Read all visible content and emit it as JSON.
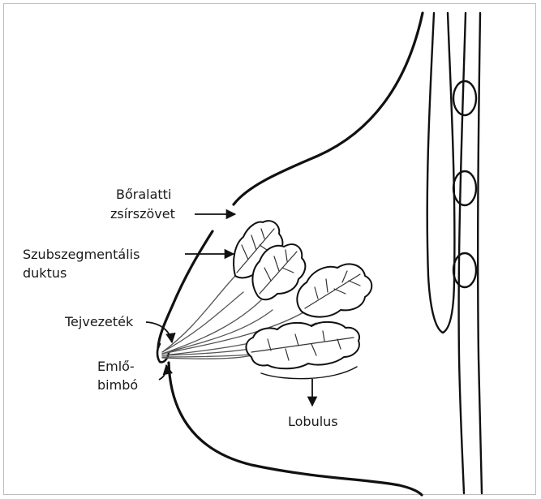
{
  "labels": {
    "subcutaneous_fat_line1": "Bőralatti",
    "subcutaneous_fat_line2": "zsírszövet",
    "subsegmental_duct_line1": "Szubszegmentális",
    "subsegmental_duct_line2": "duktus",
    "milk_duct": "Tejvezeték",
    "nipple_line1": "Emlő-",
    "nipple_line2": "bimbó",
    "lobule": "Lobulus"
  },
  "colors": {
    "ink": "#111111",
    "frame": "#bdbdbd",
    "background": "#ffffff"
  }
}
